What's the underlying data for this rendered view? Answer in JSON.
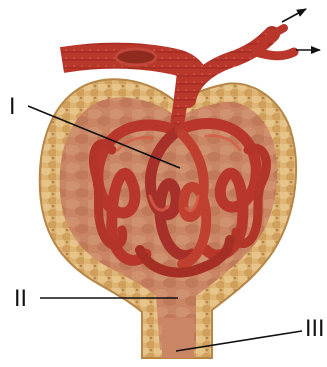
{
  "labels": {
    "one": "I",
    "two": "II",
    "three": "III"
  },
  "colors": {
    "capsule_wall": "#d9ad6c",
    "capsule_wall_cells": "#c99a56",
    "capsule_inner": "#c98564",
    "capillary": "#b8362a",
    "capillary_highlight": "#d65e47",
    "vessel": "#b43a2c",
    "vessel_dark": "#8f2a1f",
    "pointer_line": "#000000"
  }
}
